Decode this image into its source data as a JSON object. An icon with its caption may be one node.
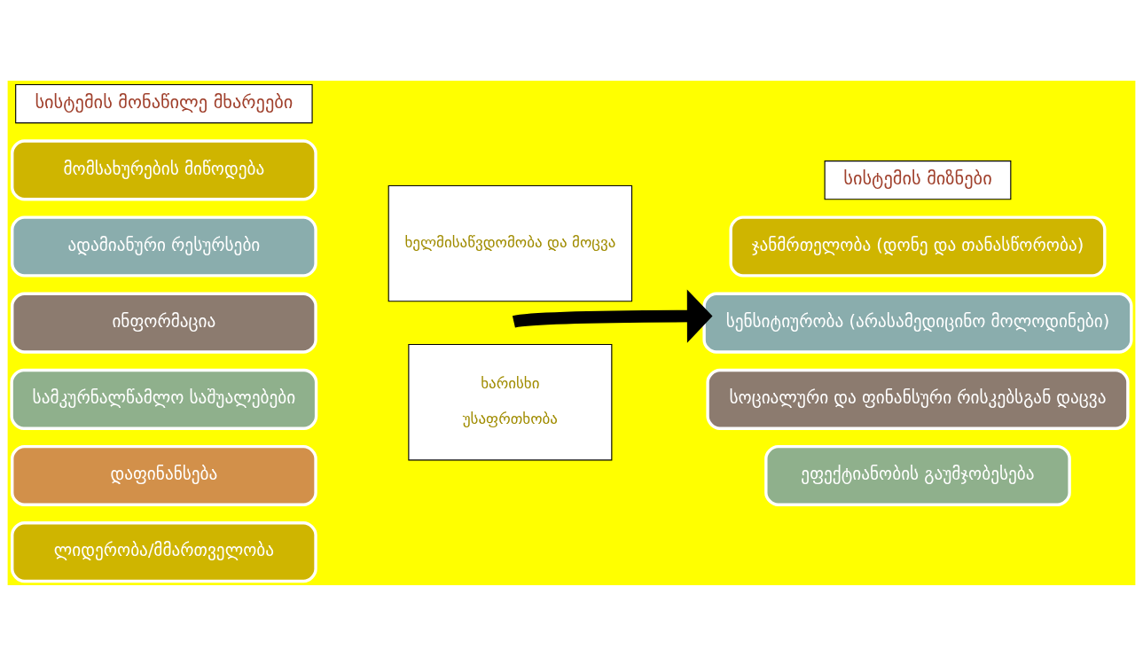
{
  "diagram": {
    "nodes": [
      {
        "text": [
          "სისტემის მონაწილე მხარეები"
        ]
      },
      {
        "text": [
          "მომსახურების მიწოდება"
        ]
      },
      {
        "text": [
          "ადამიანური რესურსები"
        ]
      },
      {
        "text": [
          "ინფორმაცია"
        ]
      },
      {
        "text": [
          "სამკურნალწამლო საშუალებები"
        ]
      },
      {
        "text": [
          "დაფინანსება"
        ]
      },
      {
        "text": [
          "ლიდერობა/მმართველობა"
        ]
      },
      {
        "text": [
          "ხელმისაწვდომობა და მოცვა"
        ]
      },
      {
        "text": [
          "ხარისხი",
          "უსაფრთხობა"
        ]
      },
      {
        "text": [
          "სისტემის მიზნები"
        ]
      },
      {
        "text": [
          "ჯანმრთელობა (დონე და თანასწორობა)"
        ]
      },
      {
        "text": [
          "სენსიტიურობა (არასამედიცინო მოლოდინები)"
        ]
      },
      {
        "text": [
          "სოციალური და ფინანსური რისკებსგან დაცვა"
        ]
      },
      {
        "text": [
          "ეფექტიანობის გაუმჯობესება"
        ]
      }
    ],
    "edges": [
      {
        "from": null,
        "to": 11,
        "arrow": "to"
      }
    ]
  }
}
